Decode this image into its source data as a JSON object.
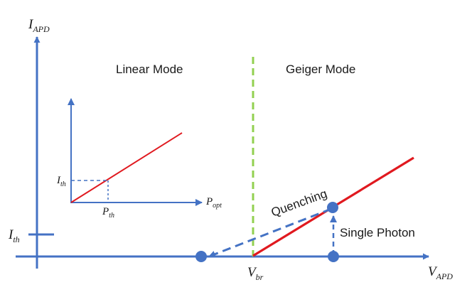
{
  "colors": {
    "axis": "#4472c4",
    "line": "#e0191f",
    "inset_line": "#e0191f",
    "breakdown_divider": "#92d050",
    "dots": "#4472c4",
    "dashed": "#4472c4",
    "text": "#1a1a1a"
  },
  "labels": {
    "y_axis": {
      "main": "I",
      "sub": "APD"
    },
    "x_axis": {
      "main": "V",
      "sub": "APD"
    },
    "ith_main": {
      "main": "I",
      "sub": "th"
    },
    "vbr": {
      "main": "V",
      "sub": "br"
    },
    "linear_mode": "Linear Mode",
    "geiger_mode": "Geiger Mode",
    "quenching": "Quenching",
    "single_photon": "Single Photon"
  },
  "inset": {
    "ith": {
      "main": "I",
      "sub": "th"
    },
    "pth": {
      "main": "P",
      "sub": "th"
    },
    "popt": {
      "main": "P",
      "sub": "opt"
    }
  },
  "icons": {
    "state_dots": "filled-circle",
    "arrows": "arrowhead"
  }
}
